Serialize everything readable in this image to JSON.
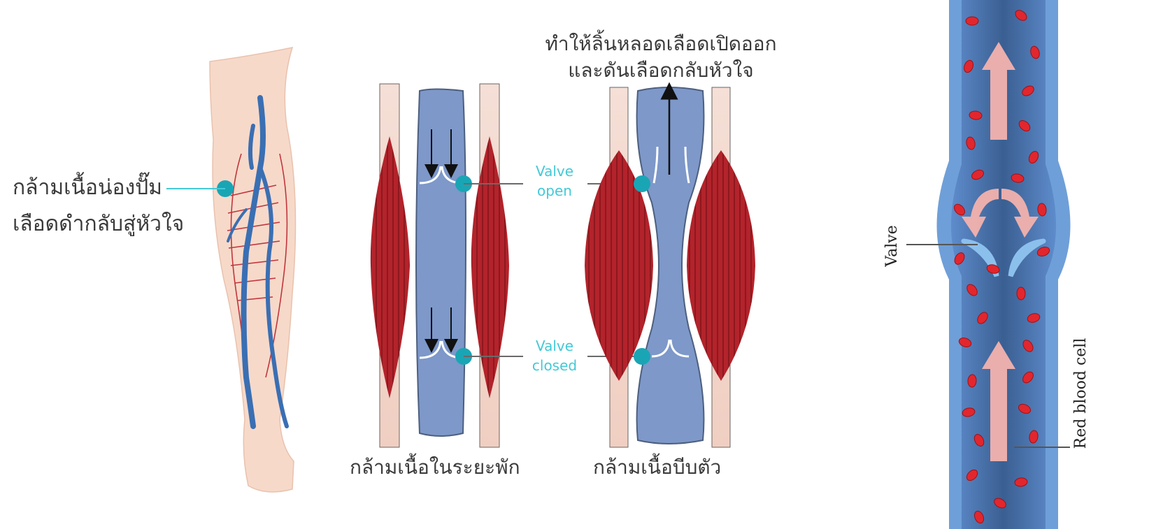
{
  "leg_panel": {
    "label_line1": "กล้ามเนื้อน่องปั๊ม",
    "label_line2": "เลือดดำกลับสู่หัวใจ"
  },
  "valves_panel": {
    "top_label_line1": "ทำให้ลิ้นหลอดเลือดเปิดออก",
    "top_label_line2": "และดันเลือดกลับหัวใจ",
    "valve_open_line1": "Valve",
    "valve_open_line2": "open",
    "valve_closed_line1": "Valve",
    "valve_closed_line2": "closed",
    "caption_relaxed": "กล้ามเนื้อในระยะพัก",
    "caption_contracted": "กล้ามเนื้อบีบตัว"
  },
  "vein_panel": {
    "valve_label": "Valve",
    "rbc_label": "Red blood cell"
  },
  "colors": {
    "muscle_red": "#b3232b",
    "vein_blue": "#7d98c9",
    "marker_teal": "#1aa5b5",
    "label_cyan": "#43c9d6",
    "skin": "#f7d9c9"
  }
}
